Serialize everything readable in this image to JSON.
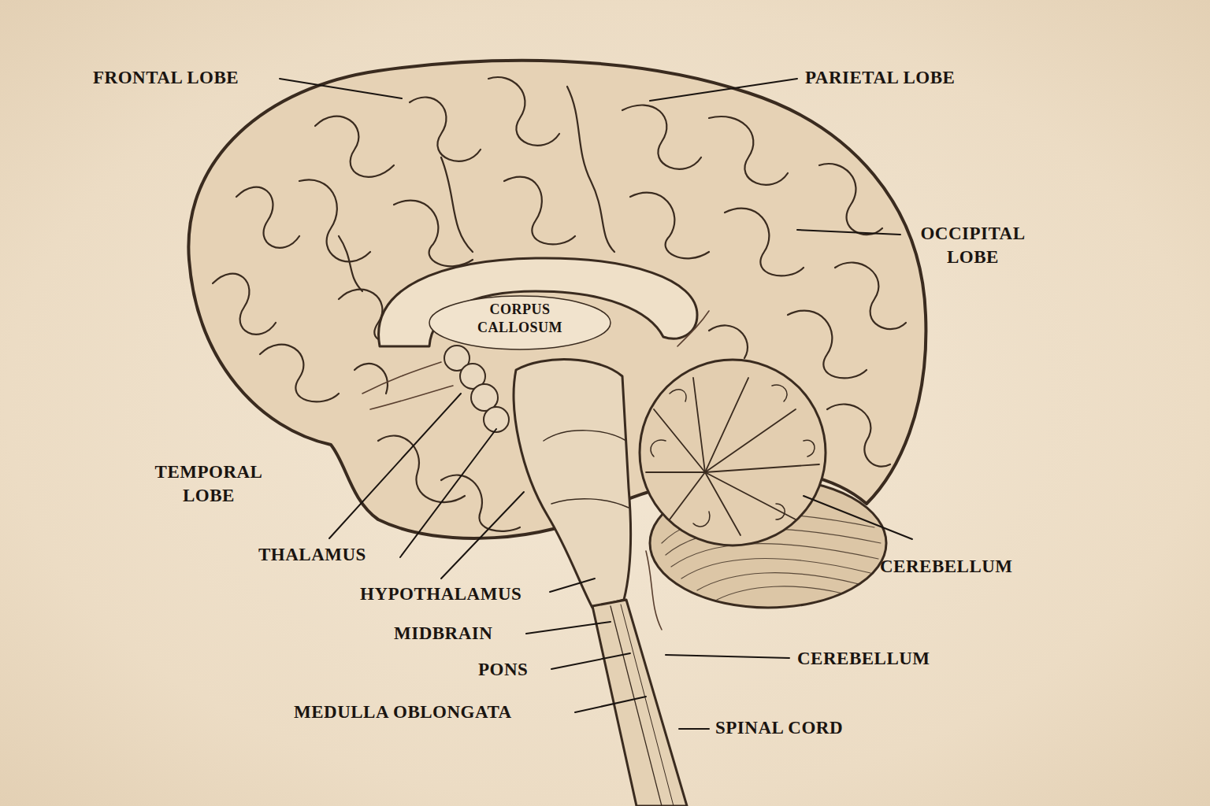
{
  "diagram": {
    "labels": [
      "FRONTAL LOBE",
      "PARIETAL LOBE",
      "OCCIPITAL LOBE",
      "CORPUS CALLOSUM",
      "TEMPORAL LOBE",
      "THALAMUS",
      "HYPOTHALAMUS",
      "MIDBRAIN",
      "PONS",
      "MEDULLA OBLONGATA",
      "CEREBELLUM",
      "CEREBELLUM",
      "SPINAL CORD"
    ]
  }
}
